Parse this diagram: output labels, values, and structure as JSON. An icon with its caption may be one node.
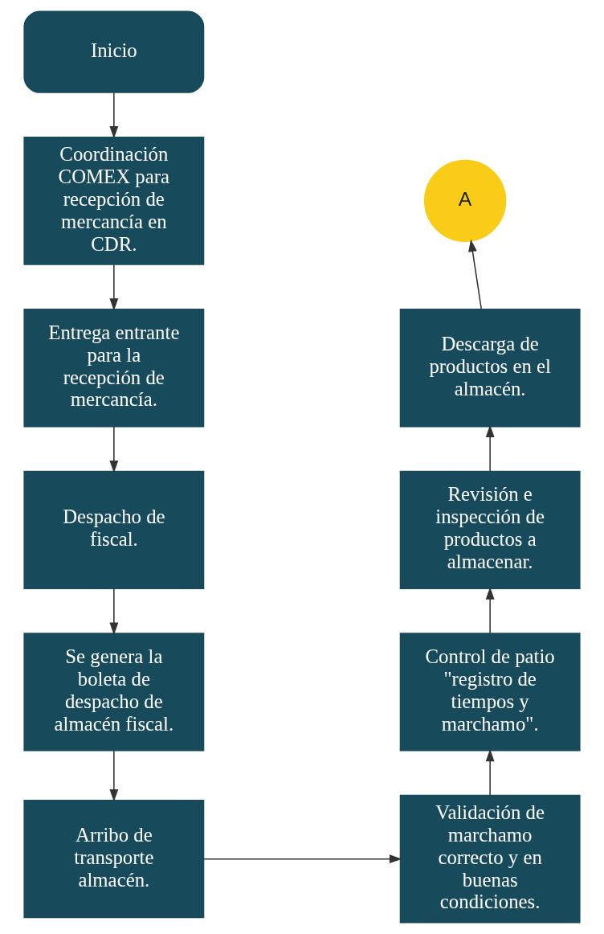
{
  "diagram": {
    "nodes": [
      {
        "text": [
          "Inicio"
        ]
      },
      {
        "text": [
          "Coordinación COMEX para recepción de mercancía en CDR."
        ]
      },
      {
        "text": [
          "Entrega entrante para la recepción de mercancía."
        ]
      },
      {
        "text": [
          "Despacho de fiscal."
        ]
      },
      {
        "text": [
          "Se genera la boleta de despacho de almacén fiscal."
        ]
      },
      {
        "text": [
          "Arribo de transporte almacén."
        ]
      },
      {
        "text": [
          "Validación de marchamo correcto y en buenas condiciones."
        ]
      },
      {
        "text": [
          "Control de patio \"registro de tiempos y marchamo\"."
        ]
      },
      {
        "text": [
          "Revisión e inspección de productos a almacenar."
        ]
      },
      {
        "text": [
          "Descarga de productos en el almacén."
        ]
      },
      {
        "text": [
          "A"
        ]
      }
    ],
    "edges": [
      {
        "from": 0,
        "to": 1,
        "arrow": "to"
      },
      {
        "from": 1,
        "to": 2,
        "arrow": "to"
      },
      {
        "from": 2,
        "to": 3,
        "arrow": "to"
      },
      {
        "from": 3,
        "to": 4,
        "arrow": "to"
      },
      {
        "from": 4,
        "to": 5,
        "arrow": "to"
      },
      {
        "from": 5,
        "to": 6,
        "arrow": "to"
      },
      {
        "from": 6,
        "to": 7,
        "arrow": "to"
      },
      {
        "from": 7,
        "to": 8,
        "arrow": "to"
      },
      {
        "from": 8,
        "to": 9,
        "arrow": "to"
      },
      {
        "from": 9,
        "to": 10,
        "arrow": "to"
      }
    ]
  }
}
